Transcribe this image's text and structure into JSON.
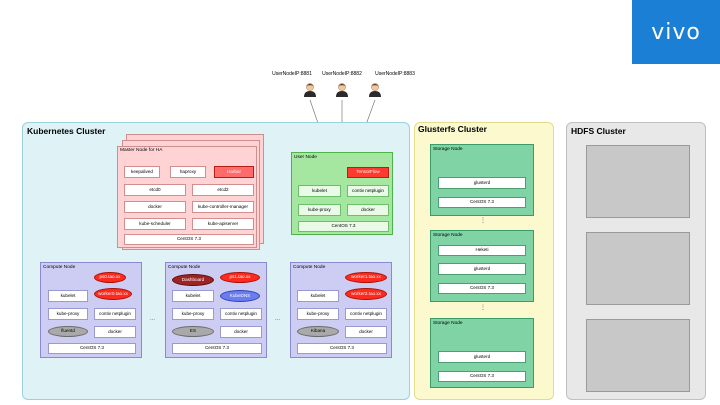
{
  "brand": {
    "logo_text": "vivo",
    "color": "#1b7fd6"
  },
  "users": [
    {
      "label": "UserNodeIP:8881"
    },
    {
      "label": "UserNodeIP:8882"
    },
    {
      "label": "UserNodeIP:8883"
    }
  ],
  "kubernetes": {
    "title": "Kubernetes Cluster",
    "master": {
      "title": "Master Node for HA",
      "keepalived": "keepalived",
      "haproxy": "haproxy",
      "harbor": "Harbor",
      "etcd0": "etcd0",
      "etcd2": "etcd2",
      "docker": "docker",
      "kcm": "kube-controller-manager",
      "scheduler": "kube-scheduler",
      "apiserver": "kube-apiserver",
      "os": "CentOS 7.3"
    },
    "user_node": {
      "title": "User Node",
      "tensorflow": "TensorFlow",
      "kubelet": "kubelet",
      "contiv": "contiv netplugin",
      "proxy": "kube-proxy",
      "docker": "docker",
      "os": "CentOS 7.3"
    },
    "compute_nodes": [
      {
        "title": "Compute Node",
        "pod_a": "ps0.tao.xx",
        "pod_b": "worker0.tao.xx",
        "kubelet": "kubelet",
        "proxy": "kube-proxy",
        "contiv": "contiv netplugin",
        "agent": "fluentd",
        "docker": "docker",
        "os": "CentOS 7.3"
      },
      {
        "title": "Compute Node",
        "pod_a": "ps1.tao.xx",
        "dashboard": "Dashboard",
        "dns": "KubeDNS",
        "kubelet": "kubelet",
        "proxy": "kube-proxy",
        "contiv": "contiv netplugin",
        "agent": "ES",
        "docker": "docker",
        "os": "CentOS 7.3"
      },
      {
        "title": "Compute Node",
        "pod_a": "worker1.tao.xx",
        "pod_b": "worker2.tao.xx",
        "kubelet": "kubelet",
        "proxy": "kube-proxy",
        "contiv": "contiv netplugin",
        "agent": "Kibana",
        "docker": "docker",
        "os": "CentOS 7.3"
      }
    ],
    "ellipsis": "..."
  },
  "glusterfs": {
    "title": "Glusterfs Cluster",
    "nodes": [
      {
        "title": "Storage Node",
        "gluster": "glusterd",
        "os": "CentOS 7.3"
      },
      {
        "title": "Storage Node",
        "heketi": "Heketi",
        "gluster": "glusterd",
        "os": "CentOS 7.3"
      },
      {
        "title": "Storage Node",
        "gluster": "glusterd",
        "os": "CentOS 7.3"
      }
    ],
    "ellipsis": "⋮"
  },
  "hdfs": {
    "title": "HDFS Cluster"
  }
}
